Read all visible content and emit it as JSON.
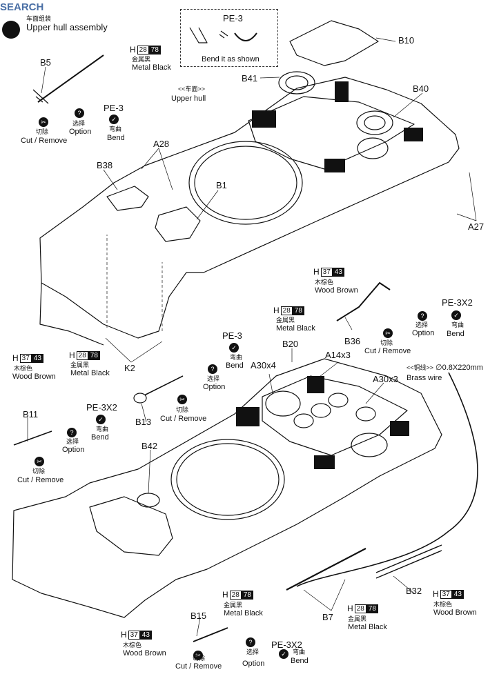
{
  "header": {
    "watermark": "SEARCH",
    "title_cn": "车面组装",
    "title_en": "Upper hull assembly"
  },
  "pe3_box": {
    "part": "PE-3",
    "note": "Bend it as shown"
  },
  "hull_label": {
    "cn": "<<车面>>",
    "en": "Upper hull"
  },
  "parts": {
    "B5": "B5",
    "B10": "B10",
    "B41": "B41",
    "B40": "B40",
    "A28": "A28",
    "B38": "B38",
    "B1": "B1",
    "A27": "A27",
    "K2": "K2",
    "B36": "B36",
    "B20": "B20",
    "A30x4": "A30x4",
    "A14x3": "A14x3",
    "A30x3": "A30x3",
    "B11": "B11",
    "B13": "B13",
    "B42": "B42",
    "B32": "B32",
    "B7": "B7",
    "B15": "B15"
  },
  "colors": {
    "metal_black": {
      "h": "H",
      "c1": "28",
      "c2": "78",
      "cn": "金属黑",
      "en": "Metal Black"
    },
    "wood_brown": {
      "h": "H",
      "c1": "37",
      "c2": "43",
      "cn": "木棕色",
      "en": "Wood Brown"
    }
  },
  "instructions": {
    "cut_cn": "切除",
    "cut_en": "Cut / Remove",
    "option_cn": "选择",
    "option_en": "Option",
    "bend_cn": "弯曲",
    "bend_en": "Bend",
    "pe3": "PE-3",
    "pe3x2": "PE-3X2"
  },
  "brass": {
    "cn": "<<铜线>>",
    "spec": "∅0.8X220mm",
    "en": "Brass wire"
  }
}
